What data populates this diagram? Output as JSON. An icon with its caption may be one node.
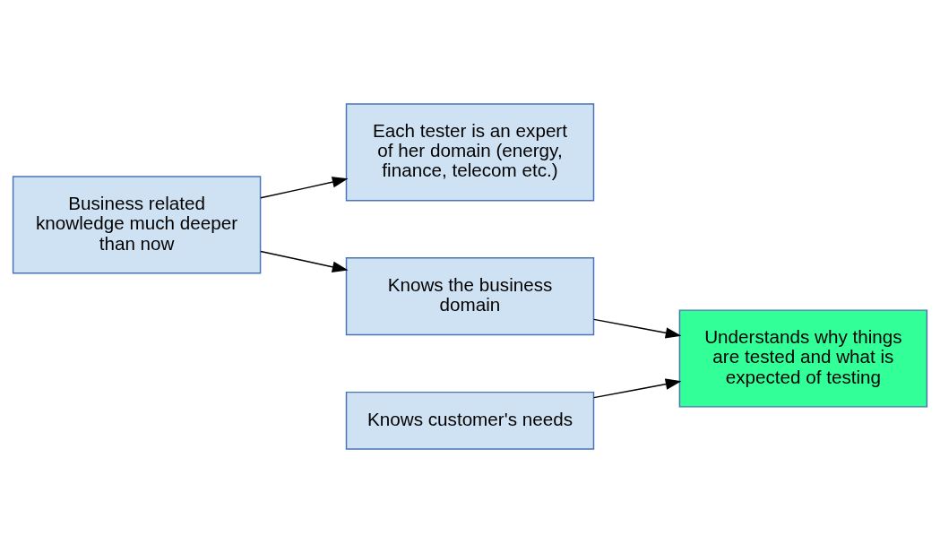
{
  "diagram": {
    "nodes": [
      {
        "text": [
          "Each tester is an expert of her domain (energy, finance, telecom etc.)"
        ]
      },
      {
        "text": [
          "Business related knowledge much deeper than now"
        ]
      },
      {
        "text": [
          "Knows the business domain"
        ]
      },
      {
        "text": [
          "Understands why things are tested and what is expected of testing"
        ]
      },
      {
        "text": [
          "Knows customer's needs"
        ]
      }
    ],
    "edges": [
      {
        "from": 1,
        "to": 0,
        "arrow": "to"
      },
      {
        "from": 1,
        "to": 2,
        "arrow": "to"
      },
      {
        "from": 2,
        "to": 3,
        "arrow": "to"
      },
      {
        "from": 4,
        "to": 3,
        "arrow": "to"
      }
    ]
  }
}
